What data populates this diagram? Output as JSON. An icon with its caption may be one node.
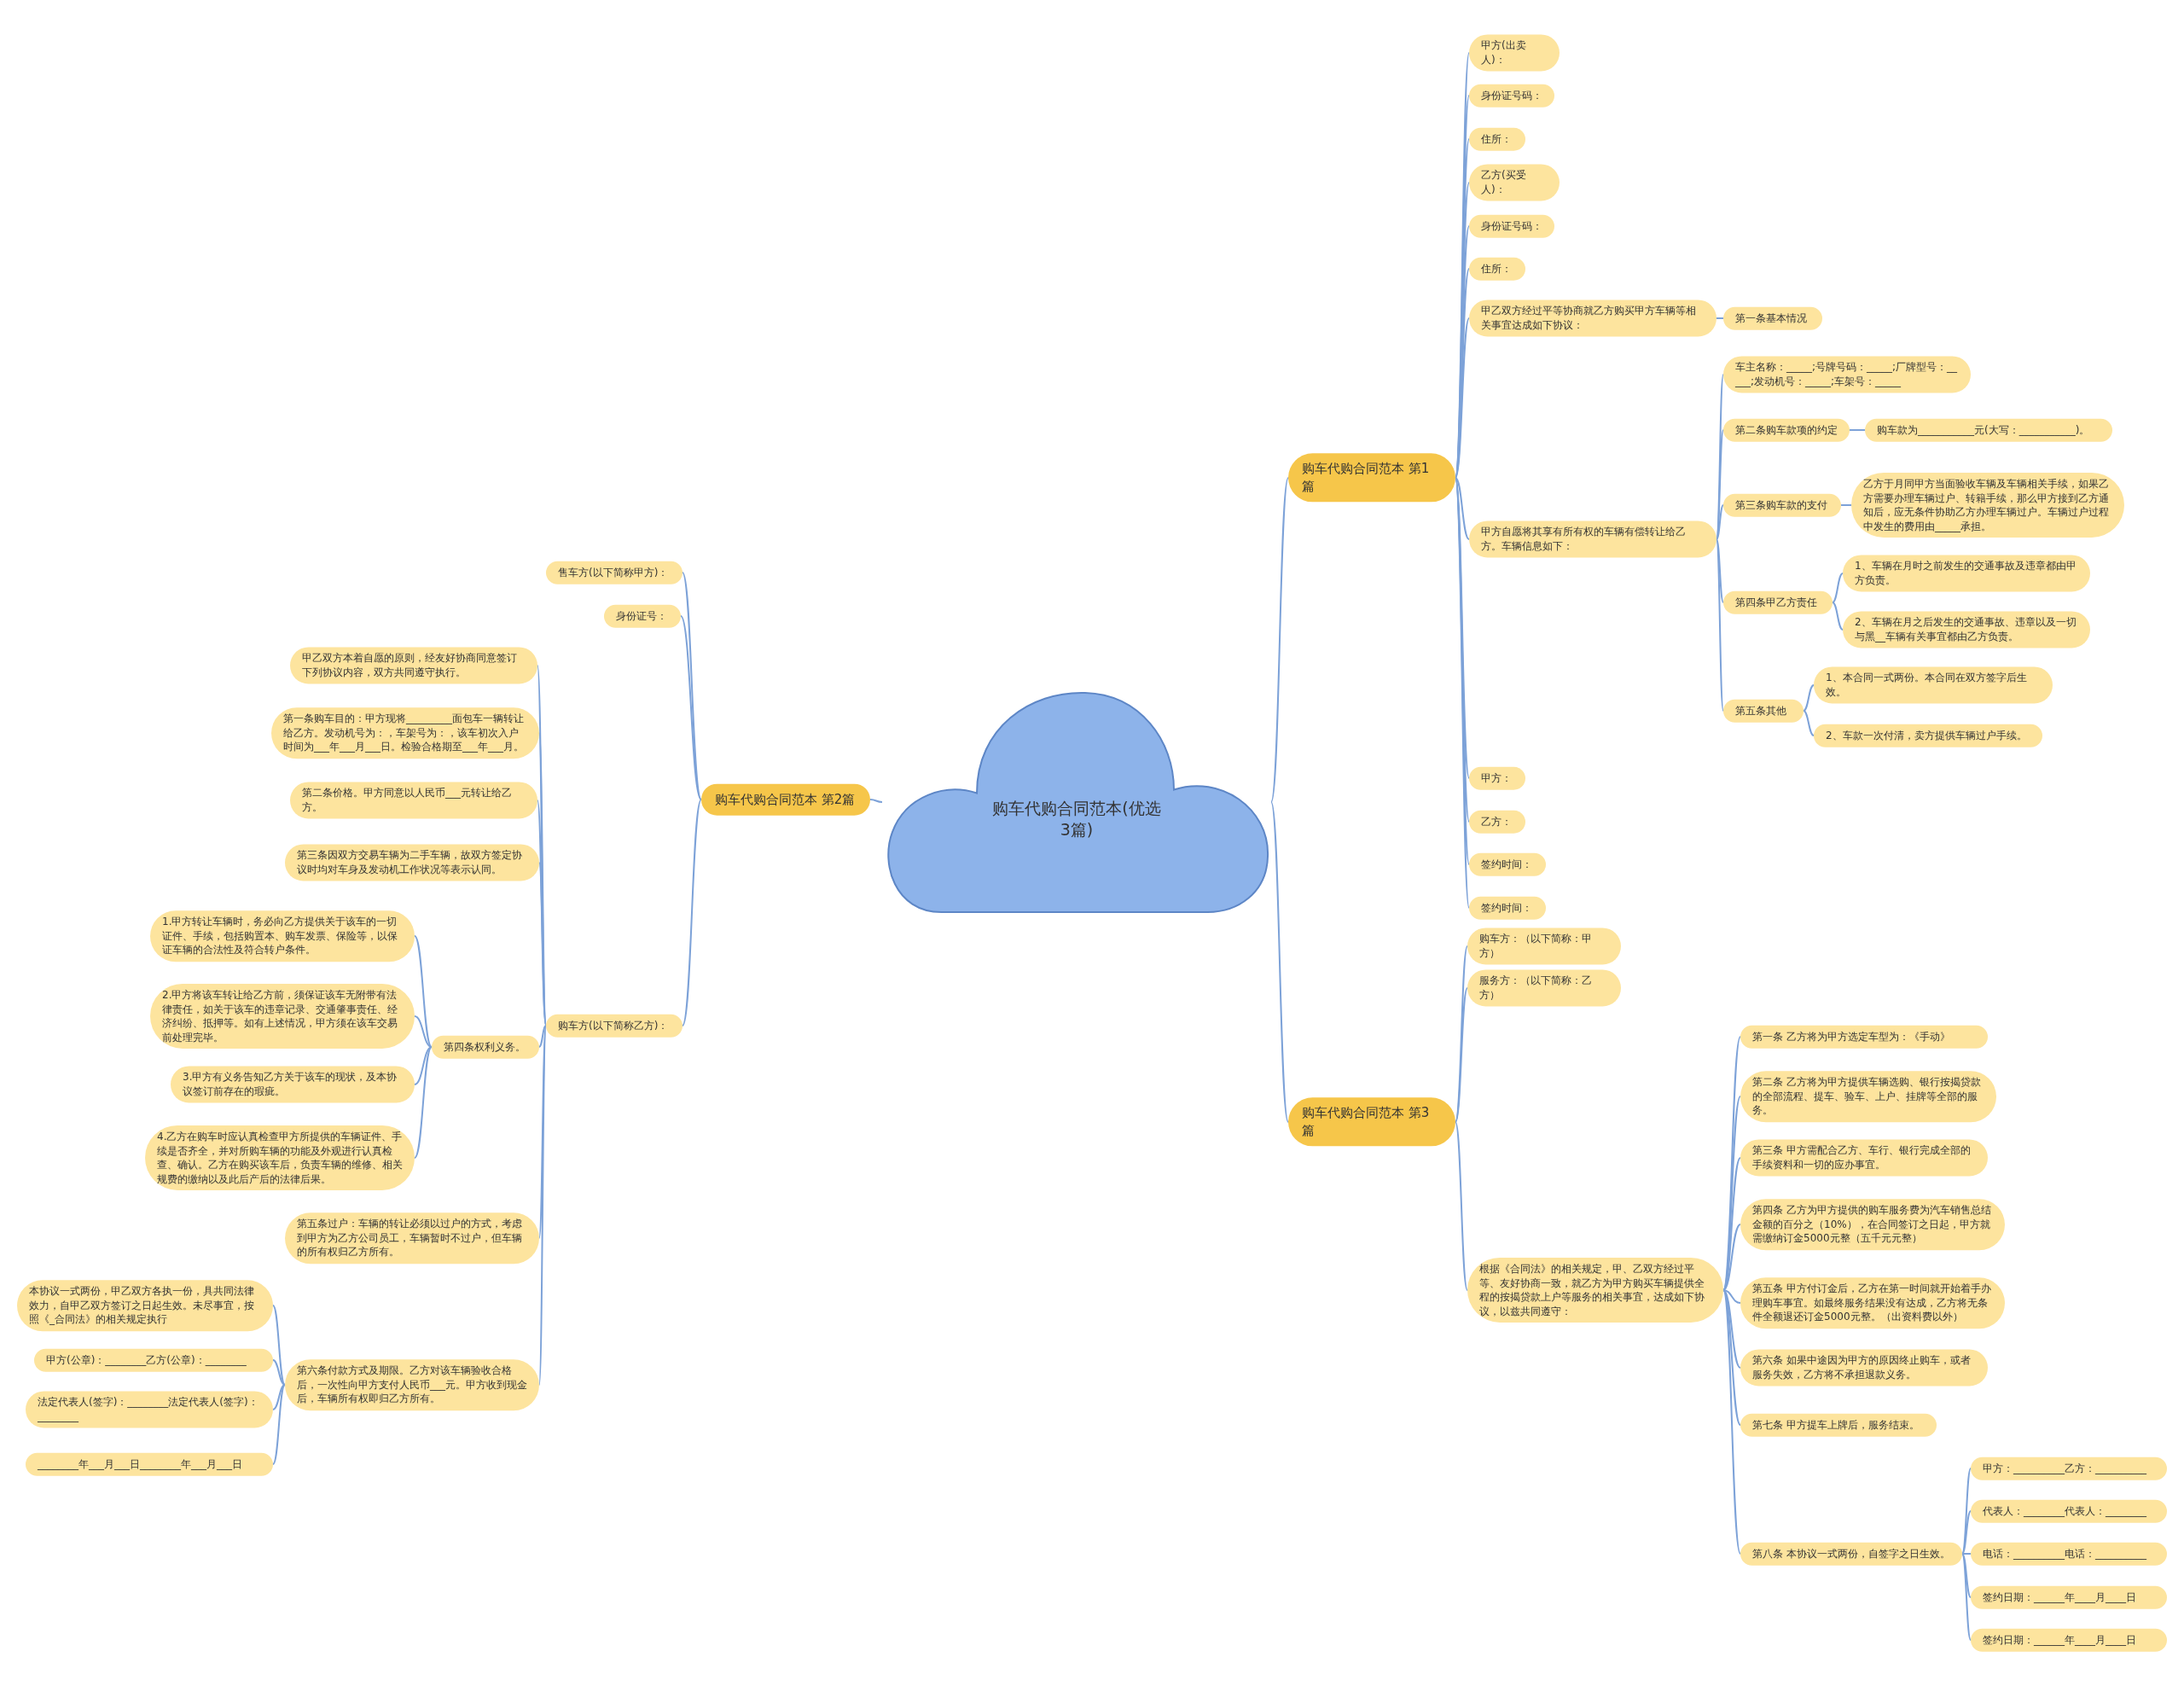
{
  "diagram": {
    "nodes": [
      {
        "text": [
          "购车代购合同范本(优选3篇)"
        ]
      },
      {
        "text": [
          "购车代购合同范本 第1篇"
        ]
      },
      {
        "text": [
          "甲方(出卖人)："
        ]
      },
      {
        "text": [
          "身份证号码："
        ]
      },
      {
        "text": [
          "住所："
        ]
      },
      {
        "text": [
          "乙方(买受人)："
        ]
      },
      {
        "text": [
          "身份证号码："
        ]
      },
      {
        "text": [
          "住所："
        ]
      },
      {
        "text": [
          "甲乙双方经过平等协商就乙方购买甲方车辆等相关事宜达成如下协议："
        ]
      },
      {
        "text": [
          "第一条基本情况"
        ]
      },
      {
        "text": [
          "甲方自愿将其享有所有权的车辆有偿转让给乙方。车辆信息如下："
        ]
      },
      {
        "text": [
          "车主名称：_____;号牌号码：_____;厂牌型号：_____;发动机号：_____;车架号：_____"
        ]
      },
      {
        "text": [
          "第二条购车款项的约定"
        ]
      },
      {
        "text": [
          "购车款为___________元(大写：___________)。"
        ]
      },
      {
        "text": [
          "第三条购车款的支付"
        ]
      },
      {
        "text": [
          "乙方于月同甲方当面验收车辆及车辆相关手续，如果乙方需要办理车辆过户、转籍手续，那么甲方接到乙方通知后，应无条件协助乙方办理车辆过户。车辆过户过程中发生的费用由_____承担。"
        ]
      },
      {
        "text": [
          "第四条甲乙方责任"
        ]
      },
      {
        "text": [
          "1、车辆在月时之前发生的交通事故及违章都由甲方负责。"
        ]
      },
      {
        "text": [
          "2、车辆在月之后发生的交通事故、违章以及一切与黑__车辆有关事宜都由乙方负责。"
        ]
      },
      {
        "text": [
          "第五条其他"
        ]
      },
      {
        "text": [
          "1、本合同一式两份。本合同在双方签字后生效。"
        ]
      },
      {
        "text": [
          "2、车款一次付清，卖方提供车辆过户手续。"
        ]
      },
      {
        "text": [
          "甲方："
        ]
      },
      {
        "text": [
          "乙方："
        ]
      },
      {
        "text": [
          "签约时间："
        ]
      },
      {
        "text": [
          "签约时间："
        ]
      },
      {
        "text": [
          "购车代购合同范本 第2篇"
        ]
      },
      {
        "text": [
          "售车方(以下简称甲方)："
        ]
      },
      {
        "text": [
          "身份证号："
        ]
      },
      {
        "text": [
          "购车方(以下简称乙方)："
        ]
      },
      {
        "text": [
          "甲乙双方本着自愿的原则，经友好协商同意签订下列协议内容，双方共同遵守执行。"
        ]
      },
      {
        "text": [
          "第一条购车目的：甲方现将_________面包车一辆转让给乙方。发动机号为：，车架号为：，该车初次入户时间为___年___月___日。检验合格期至___年___月。"
        ]
      },
      {
        "text": [
          "第二条价格。甲方同意以人民币___元转让给乙方。"
        ]
      },
      {
        "text": [
          "第三条因双方交易车辆为二手车辆，故双方签定协议时均对车身及发动机工作状况等表示认同。"
        ]
      },
      {
        "text": [
          "第四条权利义务。"
        ]
      },
      {
        "text": [
          "1.甲方转让车辆时，务必向乙方提供关于该车的一切证件、手续，包括购置本、购车发票、保险等，以保证车辆的合法性及符合转户条件。"
        ]
      },
      {
        "text": [
          "2.甲方将该车转让给乙方前，须保证该车无附带有法律责任，如关于该车的违章记录、交通肇事责任、经济纠纷、抵押等。如有上述情况，甲方须在该车交易前处理完毕。"
        ]
      },
      {
        "text": [
          "3.甲方有义务告知乙方关于该车的现状，及本协议签订前存在的瑕疵。"
        ]
      },
      {
        "text": [
          "4.乙方在购车时应认真检查甲方所提供的车辆证件、手续是否齐全，并对所购车辆的功能及外观进行认真检查、确认。乙方在购买该车后，负责车辆的维修、相关规费的缴纳以及此后产后的法律后果。"
        ]
      },
      {
        "text": [
          "第五条过户：车辆的转让必须以过户的方式，考虑到甲方为乙方公司员工，车辆暂时不过户，但车辆的所有权归乙方所有。"
        ]
      },
      {
        "text": [
          "第六条付款方式及期限。乙方对该车辆验收合格后，一次性向甲方支付人民币___元。甲方收到现金后，车辆所有权即归乙方所有。"
        ]
      },
      {
        "text": [
          "本协议一式两份，甲乙双方各执一份，具共同法律效力，自甲乙双方签订之日起生效。未尽事宜，按照《_合同法》的相关规定执行"
        ]
      },
      {
        "text": [
          "甲方(公章)：________乙方(公章)：________"
        ]
      },
      {
        "text": [
          "法定代表人(签字)：________法定代表人(签字)：________"
        ]
      },
      {
        "text": [
          "________年___月___日________年___月___日"
        ]
      },
      {
        "text": [
          "购车代购合同范本 第3篇"
        ]
      },
      {
        "text": [
          "购车方：（以下简称：甲方）"
        ]
      },
      {
        "text": [
          "服务方：（以下简称：乙方）"
        ]
      },
      {
        "text": [
          "根据《合同法》的相关规定，甲、乙双方经过平等、友好协商一致，就乙方为甲方购买车辆提供全程的按揭贷款上户等服务的相关事宜，达成如下协议，以兹共同遵守："
        ]
      },
      {
        "text": [
          "第一条 乙方将为甲方选定车型为：《手动》"
        ]
      },
      {
        "text": [
          "第二条 乙方将为甲方提供车辆选购、银行按揭贷款的全部流程、提车、验车、上户、挂牌等全部的服务。"
        ]
      },
      {
        "text": [
          "第三条 甲方需配合乙方、车行、银行完成全部的手续资料和一切的应办事宜。"
        ]
      },
      {
        "text": [
          "第四条 乙方为甲方提供的购车服务费为汽车销售总结金额的百分之（10%），在合同签订之日起，甲方就需缴纳订金5000元整（五千元元整）"
        ]
      },
      {
        "text": [
          "第五条 甲方付订金后，乙方在第一时间就开始着手办理购车事宜。如最终服务结果没有达成，乙方将无条件全额退还订金5000元整。（出资料费以外）"
        ]
      },
      {
        "text": [
          "第六条 如果中途因为甲方的原因终止购车，或者服务失效，乙方将不承担退款义务。"
        ]
      },
      {
        "text": [
          "第七条 甲方提车上牌后，服务结束。"
        ]
      },
      {
        "text": [
          "第八条 本协议一式两份，自签字之日生效。"
        ]
      },
      {
        "text": [
          "甲方：__________乙方：__________"
        ]
      },
      {
        "text": [
          "代表人：________代表人：________"
        ]
      },
      {
        "text": [
          "电话：__________电话：__________"
        ]
      },
      {
        "text": [
          "签约日期：______年____月____日"
        ]
      },
      {
        "text": [
          "签约日期：______年____月____日"
        ]
      }
    ],
    "edges": [
      {
        "from": 0,
        "to": 1,
        "arrow": "none"
      },
      {
        "from": 0,
        "to": 26,
        "arrow": "none"
      },
      {
        "from": 0,
        "to": 45,
        "arrow": "none"
      },
      {
        "from": 1,
        "to": 2,
        "arrow": "none"
      },
      {
        "from": 1,
        "to": 3,
        "arrow": "none"
      },
      {
        "from": 1,
        "to": 4,
        "arrow": "none"
      },
      {
        "from": 1,
        "to": 5,
        "arrow": "none"
      },
      {
        "from": 1,
        "to": 6,
        "arrow": "none"
      },
      {
        "from": 1,
        "to": 7,
        "arrow": "none"
      },
      {
        "from": 1,
        "to": 8,
        "arrow": "none"
      },
      {
        "from": 8,
        "to": 9,
        "arrow": "none"
      },
      {
        "from": 1,
        "to": 10,
        "arrow": "none"
      },
      {
        "from": 10,
        "to": 11,
        "arrow": "none"
      },
      {
        "from": 10,
        "to": 12,
        "arrow": "none"
      },
      {
        "from": 12,
        "to": 13,
        "arrow": "none"
      },
      {
        "from": 10,
        "to": 14,
        "arrow": "none"
      },
      {
        "from": 14,
        "to": 15,
        "arrow": "none"
      },
      {
        "from": 10,
        "to": 16,
        "arrow": "none"
      },
      {
        "from": 16,
        "to": 17,
        "arrow": "none"
      },
      {
        "from": 16,
        "to": 18,
        "arrow": "none"
      },
      {
        "from": 10,
        "to": 19,
        "arrow": "none"
      },
      {
        "from": 19,
        "to": 20,
        "arrow": "none"
      },
      {
        "from": 19,
        "to": 21,
        "arrow": "none"
      },
      {
        "from": 1,
        "to": 22,
        "arrow": "none"
      },
      {
        "from": 1,
        "to": 23,
        "arrow": "none"
      },
      {
        "from": 1,
        "to": 24,
        "arrow": "none"
      },
      {
        "from": 1,
        "to": 25,
        "arrow": "none"
      },
      {
        "from": 26,
        "to": 27,
        "arrow": "none"
      },
      {
        "from": 26,
        "to": 28,
        "arrow": "none"
      },
      {
        "from": 26,
        "to": 29,
        "arrow": "none"
      },
      {
        "from": 29,
        "to": 30,
        "arrow": "none"
      },
      {
        "from": 29,
        "to": 31,
        "arrow": "none"
      },
      {
        "from": 29,
        "to": 32,
        "arrow": "none"
      },
      {
        "from": 29,
        "to": 33,
        "arrow": "none"
      },
      {
        "from": 29,
        "to": 34,
        "arrow": "none"
      },
      {
        "from": 34,
        "to": 35,
        "arrow": "none"
      },
      {
        "from": 34,
        "to": 36,
        "arrow": "none"
      },
      {
        "from": 34,
        "to": 37,
        "arrow": "none"
      },
      {
        "from": 34,
        "to": 38,
        "arrow": "none"
      },
      {
        "from": 29,
        "to": 39,
        "arrow": "none"
      },
      {
        "from": 29,
        "to": 40,
        "arrow": "none"
      },
      {
        "from": 40,
        "to": 41,
        "arrow": "none"
      },
      {
        "from": 40,
        "to": 42,
        "arrow": "none"
      },
      {
        "from": 40,
        "to": 43,
        "arrow": "none"
      },
      {
        "from": 40,
        "to": 44,
        "arrow": "none"
      },
      {
        "from": 45,
        "to": 46,
        "arrow": "none"
      },
      {
        "from": 45,
        "to": 47,
        "arrow": "none"
      },
      {
        "from": 45,
        "to": 48,
        "arrow": "none"
      },
      {
        "from": 48,
        "to": 49,
        "arrow": "none"
      },
      {
        "from": 48,
        "to": 50,
        "arrow": "none"
      },
      {
        "from": 48,
        "to": 51,
        "arrow": "none"
      },
      {
        "from": 48,
        "to": 52,
        "arrow": "none"
      },
      {
        "from": 48,
        "to": 53,
        "arrow": "none"
      },
      {
        "from": 48,
        "to": 54,
        "arrow": "none"
      },
      {
        "from": 48,
        "to": 55,
        "arrow": "none"
      },
      {
        "from": 48,
        "to": 56,
        "arrow": "none"
      },
      {
        "from": 56,
        "to": 57,
        "arrow": "none"
      },
      {
        "from": 56,
        "to": 58,
        "arrow": "none"
      },
      {
        "from": 56,
        "to": 59,
        "arrow": "none"
      },
      {
        "from": 56,
        "to": 60,
        "arrow": "none"
      },
      {
        "from": 56,
        "to": 61,
        "arrow": "none"
      }
    ]
  }
}
